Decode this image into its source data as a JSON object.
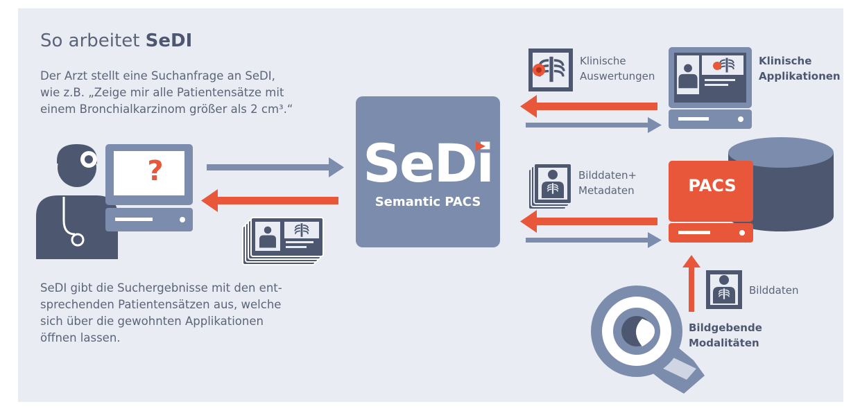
{
  "title": {
    "prefix": "So arbeitet ",
    "brand": "SeDI"
  },
  "query_lines": [
    "Der Arzt stellt eine Suchanfrage an SeDI,",
    "wie z.B. „Zeige mir alle Patientensätze mit",
    "einem Bronchialkarzinom größer als 2 cm³.“"
  ],
  "result_lines": [
    "SeDI gibt die Suchergebnisse mit den ent-",
    "sprechenden Patientensätzen aus, welche",
    "sich über die gewohnten Applikationen",
    "öffnen lassen."
  ],
  "sedi": {
    "logo": "SeDi",
    "subtitle": "Semantic PACS"
  },
  "question_mark": "?",
  "labels": {
    "klinische_auswertungen": [
      "Klinische",
      "Auswertungen"
    ],
    "klinische_applikationen": [
      "Klinische",
      "Applikationen"
    ],
    "bilddaten_metadaten": [
      "Bilddaten+",
      "Metadaten"
    ],
    "pacs": "PACS",
    "bilddaten": "Bilddaten",
    "bildgebende_modalitaeten": [
      "Bildgebende",
      "Modalitäten"
    ]
  },
  "icons": {
    "doctor": "doctor-icon",
    "monitor": "monitor-icon",
    "xray_stack": "xray-stack-icon",
    "clinical_eval": "clinical-evaluation-icon",
    "clinical_app": "clinical-application-monitor-icon",
    "image_meta": "image-metadata-icon",
    "pacs_terminal": "pacs-terminal-icon",
    "database": "database-icon",
    "image_data": "image-data-icon",
    "ct_scanner": "ct-scanner-icon"
  },
  "colors": {
    "background": "#e9ecf3",
    "primary_blue": "#7b8cad",
    "dark_blue": "#4d5870",
    "accent_orange": "#e8573a",
    "text": "#5b6478"
  }
}
